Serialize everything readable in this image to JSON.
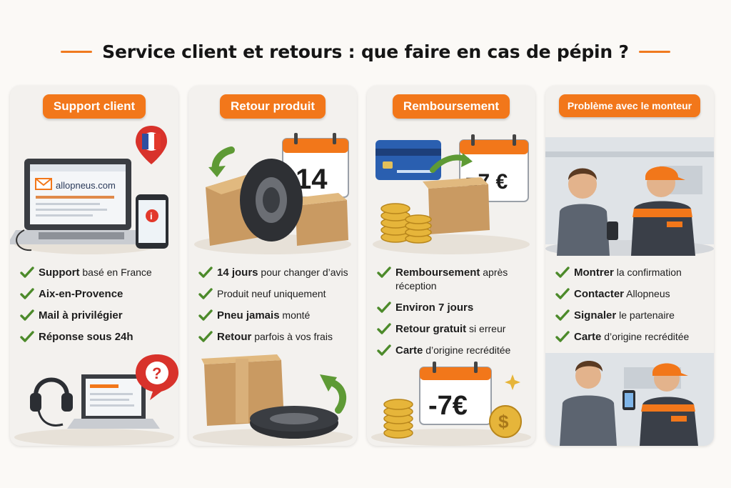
{
  "title": "Service client et retours : que faire en cas de pépin ?",
  "colors": {
    "accent": "#f2771a",
    "check": "#4c8a2a",
    "panel": "#f3f1ee"
  },
  "panels": [
    {
      "heading": "Support client",
      "illustration": "laptop-phone-france-icon",
      "laptop_site": "allopneus.com",
      "items": [
        {
          "bold": "Support",
          "rest": " basé en France"
        },
        {
          "bold": "Aix-en-Provence",
          "rest": ""
        },
        {
          "bold": "Mail à privilégier",
          "rest": ""
        },
        {
          "bold": "Réponse sous 24h",
          "rest": ""
        }
      ],
      "illustration_bottom": "headset-laptop-question-icon"
    },
    {
      "heading": "Retour produit",
      "illustration": "tire-box-calendar-icon",
      "calendar_value": "14",
      "items": [
        {
          "bold": "14 jours",
          "rest": " pour changer d’avis"
        },
        {
          "bold": "",
          "rest": "Produit neuf uniquement"
        },
        {
          "bold": "Pneu jamais",
          "rest": " monté"
        },
        {
          "bold": "Retour",
          "rest": " parfois à vos frais"
        }
      ],
      "illustration_bottom": "box-tire-return-icon"
    },
    {
      "heading": "Remboursement",
      "illustration": "card-coins-calendar-icon",
      "calendar_value": "=7 €",
      "items": [
        {
          "bold": "Remboursement",
          "rest": " après réception"
        },
        {
          "bold": "Environ 7 jours",
          "rest": ""
        },
        {
          "bold": "Retour gratuit",
          "rest": " si erreur"
        },
        {
          "bold": "Carte",
          "rest": " d’origine recréditée"
        }
      ],
      "calendar_value_bottom": "-7€",
      "illustration_bottom": "coins-calendar-dollar-icon"
    },
    {
      "heading": "Problème avec le monteur",
      "illustration": "customer-mechanic-garage-icon",
      "items": [
        {
          "bold": "Montrer",
          "rest": " la confirmation"
        },
        {
          "bold": "Contacter",
          "rest": " Allopneus"
        },
        {
          "bold": "Signaler",
          "rest": " le partenaire"
        },
        {
          "bold": "Carte",
          "rest": " d’origine recréditée"
        }
      ],
      "illustration_bottom": "customer-mechanic-phone-icon"
    }
  ]
}
